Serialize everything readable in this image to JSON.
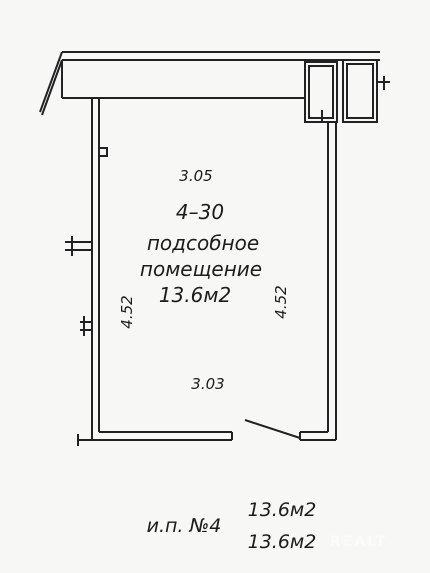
{
  "room": {
    "number": "4–30",
    "name_line1": "подсобное",
    "name_line2": "помещение",
    "area": "13.6м2"
  },
  "dimensions": {
    "top": "3.05",
    "bottom": "3.03",
    "left": "4.52",
    "right": "4.52"
  },
  "summary": {
    "label": "и.п. №4",
    "area_1": "13.6м2",
    "area_2": "13.6м2"
  },
  "watermark": "REALT"
}
